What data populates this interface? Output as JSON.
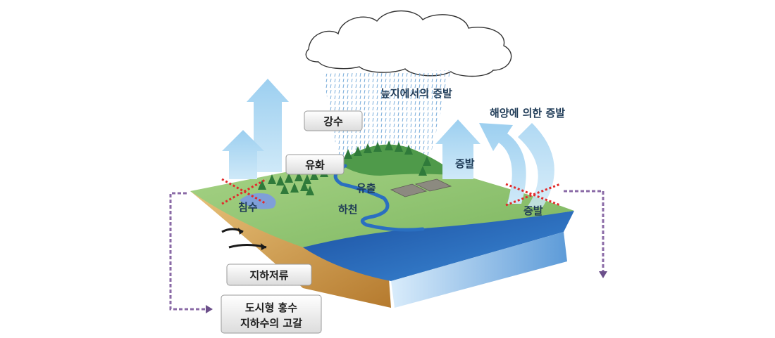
{
  "labels": {
    "precipitation": "강수",
    "runoff": "유화",
    "outflow": "유출",
    "infiltration": "침수",
    "river": "하천",
    "evap_wetland": "늪지에서의 증발",
    "evap_ocean": "해양에 의한 증발",
    "evap_land": "증발",
    "evap_coast": "증발",
    "groundwater": "지하저류",
    "consequence_line1": "도시형 홍수",
    "consequence_line2": "지하수의 고갈"
  },
  "colors": {
    "ground_green": "#8cc36e",
    "soil": "#c8953f",
    "sea": "#2a6fc0",
    "rain": "#6aa4d6",
    "arrow": "#a9d6f2",
    "cross": "#e22a2a",
    "dashed_path": "#8a6aa6",
    "text": "#1f3b57"
  }
}
